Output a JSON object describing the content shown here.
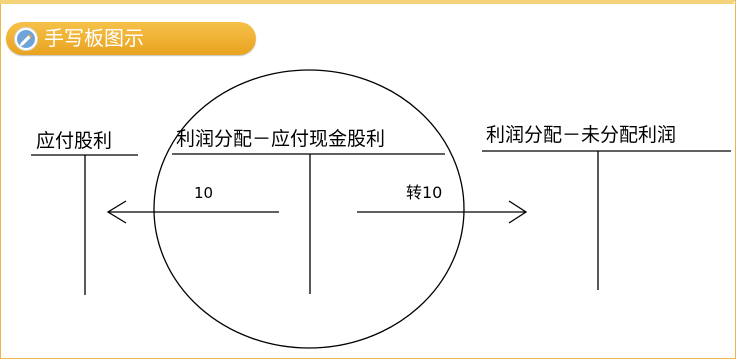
{
  "header": {
    "title": "手写板图示"
  },
  "accounts": {
    "left": "应付股利",
    "middle": "利润分配－应付现金股利",
    "right": "利润分配－未分配利润"
  },
  "arrows": {
    "left_amount": "10",
    "right_amount": "转10"
  },
  "colors": {
    "badge": "#f0b030",
    "ink": "#000000",
    "frame": "#e8b84a"
  }
}
